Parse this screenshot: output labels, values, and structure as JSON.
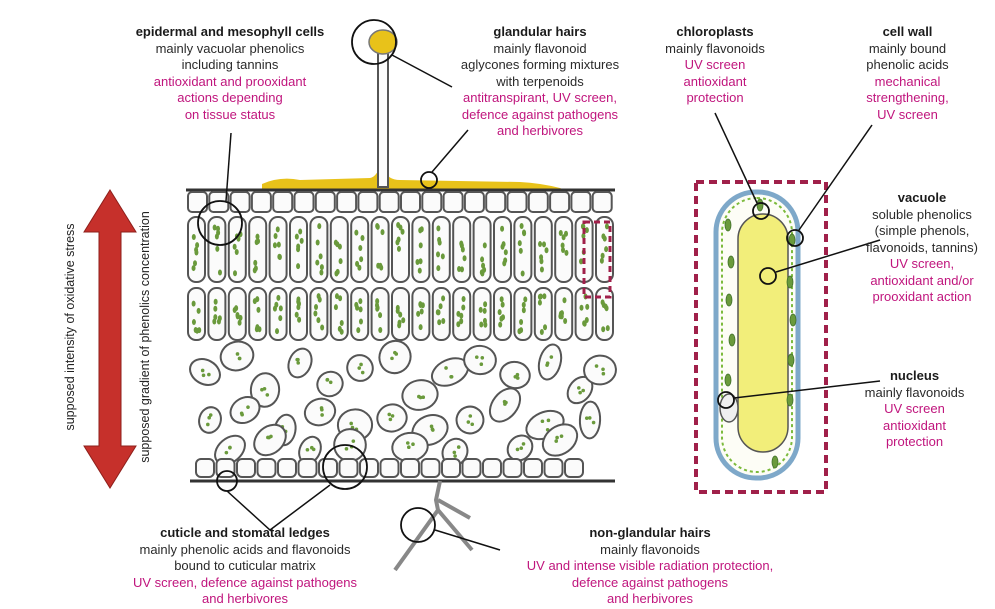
{
  "colors": {
    "function_text": "#c0157d",
    "arrow": "#c6302b",
    "cell_outline": "#555555",
    "chloroplast": "#6a9a3c",
    "cuticle": "#e8c21a",
    "vacuole": "#f2ee7a",
    "cell_wall_blue": "#7ea8c9",
    "highlight_box": "#a0204a"
  },
  "side_labels": {
    "oxidative_stress": "supposed intensity of oxidative stress",
    "phenolics_gradient": "supposed gradient of phenolics concentration"
  },
  "labels": {
    "epidermal": {
      "title": "epidermal and mesophyll cells",
      "desc": [
        "mainly vacuolar phenolics",
        "including tannins"
      ],
      "function": [
        "antioxidant and prooxidant",
        "actions depending",
        "on tissue status"
      ]
    },
    "glandular": {
      "title": "glandular hairs",
      "desc": [
        "mainly flavonoid",
        "aglycones forming mixtures",
        "with terpenoids"
      ],
      "function": [
        "antitranspirant, UV screen,",
        "defence against pathogens",
        "and herbivores"
      ]
    },
    "chloroplasts": {
      "title": "chloroplasts",
      "desc": [
        "mainly flavonoids"
      ],
      "function": [
        "UV screen",
        "antioxidant",
        "protection"
      ]
    },
    "cellwall": {
      "title": "cell wall",
      "desc": [
        "mainly bound",
        "phenolic acids"
      ],
      "function": [
        "mechanical",
        "strengthening,",
        "UV screen"
      ]
    },
    "vacuole": {
      "title": "vacuole",
      "desc": [
        "soluble phenolics",
        "(simple phenols,",
        "flavonoids, tannins)"
      ],
      "function": [
        "UV screen,",
        "antioxidant and/or",
        "prooxidant action"
      ]
    },
    "nucleus": {
      "title": "nucleus",
      "desc": [
        "mainly flavonoids"
      ],
      "function": [
        "UV screen",
        "antioxidant",
        "protection"
      ]
    },
    "cuticle": {
      "title": "cuticle and stomatal ledges",
      "desc": [
        "mainly phenolic acids and flavonoids",
        "bound to cuticular matrix"
      ],
      "function": [
        "UV screen, defence against pathogens",
        "and herbivores"
      ]
    },
    "nonglandular": {
      "title": "non-glandular hairs",
      "desc": [
        "mainly flavonoids"
      ],
      "function": [
        "UV and intense visible radiation protection,",
        "defence against pathogens",
        "and herbivores"
      ]
    }
  }
}
